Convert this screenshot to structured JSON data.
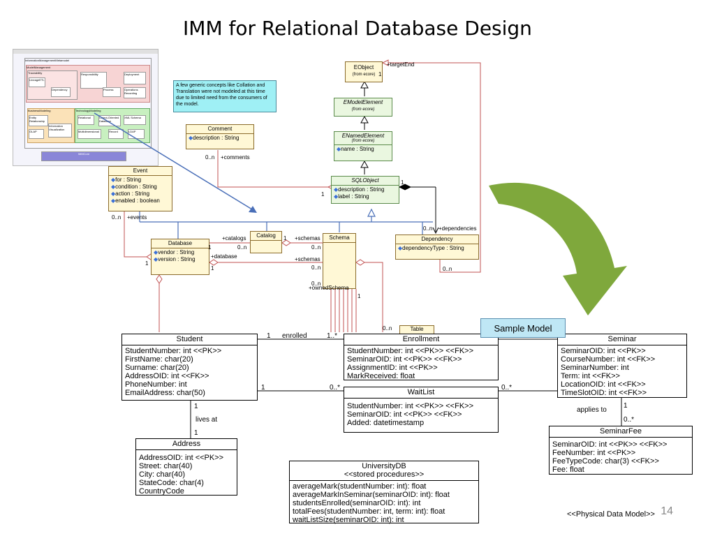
{
  "slide": {
    "title": "IMM for Relational Database Design",
    "page_number": "14",
    "footer_label": "<<Physical Data Model>>",
    "sample_label": "Sample Model"
  },
  "thumbnail": {
    "root": "InformationManagementMetamodel",
    "model_mgmt": "ModelManagement",
    "traceability": "Traceability",
    "lineage": "LineageETL",
    "dependency": "Dependency",
    "responsibility": "Responsibility",
    "process": "Process",
    "deployment": "Deployment",
    "operations": "Operations Recording",
    "business": "BusinessModeling",
    "entity": "Entity Relationship",
    "olap": "OLAP",
    "visualization": "Information Visualization",
    "technology": "TechnologyModeling",
    "relational": "Relational",
    "oo": "Object-Oriented Database",
    "xml": "XML Schema",
    "multidim": "Multidimensional",
    "record": "Record",
    "ldap": "LDAP",
    "imm": "IMMCore"
  },
  "note": "A few generic concepts like Collation and Translation were not modeled at this time due to limited need from the consumers of the model.",
  "meta": {
    "eobject": {
      "name": "EObject",
      "sub": "(from ecore)"
    },
    "emodel": {
      "name": "EModelElement",
      "sub": "(from ecore)"
    },
    "enamed": {
      "name": "ENamedElement",
      "sub": "(from ecore)",
      "attrs": [
        "name : String"
      ]
    },
    "sqlobject": {
      "name": "SQLObject",
      "attrs": [
        "description : String",
        "label : String"
      ]
    },
    "comment": {
      "name": "Comment",
      "attrs": [
        "description : String"
      ]
    },
    "event": {
      "name": "Event",
      "attrs": [
        "for : String",
        "condition : String",
        "action : String",
        "enabled : boolean"
      ]
    },
    "database": {
      "name": "Database",
      "attrs": [
        "vendor : String",
        "version : String"
      ]
    },
    "catalog": {
      "name": "Catalog"
    },
    "schema": {
      "name": "Schema"
    },
    "dependency": {
      "name": "Dependency",
      "attrs": [
        "dependencyType : String"
      ]
    },
    "table": {
      "name": "Table"
    }
  },
  "meta_labels": {
    "target_end": "+targetEnd",
    "comments": "+comments",
    "comments_mult": "0..n",
    "events": "+events",
    "events_mult": "0..n",
    "catalogs": "+catalogs",
    "catalogs_mult": "0..n",
    "schemas1": "+schemas",
    "schemas1_mult": "0..n",
    "schemas2": "+schemas",
    "schemas2_mult": "0..n",
    "database": "+database",
    "dependencies": "+dependencies",
    "dependencies_mult": "0..n",
    "dep_mult2": "0..n",
    "owned_schema": "+ownedSchema",
    "one": "1",
    "zero_n": "0..n",
    "table_mult": "0..n"
  },
  "physical": {
    "student": {
      "name": "Student",
      "attrs": [
        "StudentNumber: int <<PK>>",
        "FirstName: char(20)",
        "Surname: char(20)",
        "AddressOID: int <<FK>>",
        "PhoneNumber: int",
        "EmailAddress: char(50)"
      ]
    },
    "enrollment": {
      "name": "Enrollment",
      "attrs": [
        "StudentNumber: int <<PK>> <<FK>>",
        "SeminarOID: int <<PK>> <<FK>>",
        "AssignmentID: int <<PK>>",
        "MarkReceived: float"
      ]
    },
    "seminar": {
      "name": "Seminar",
      "attrs": [
        "SeminarOID: int <<PK>>",
        "CourseNumber: int <<FK>>",
        "SeminarNumber: int",
        "Term: int <<FK>>",
        "LocationOID: int <<FK>>",
        "TimeSlotOID: int <<FK>>"
      ]
    },
    "waitlist": {
      "name": "WaitList",
      "attrs": [
        "StudentNumber: int <<PK>> <<FK>>",
        "SeminarOID: int <<PK>> <<FK>>",
        "Added: datetimestamp"
      ]
    },
    "address": {
      "name": "Address",
      "attrs": [
        "AddressOID: int <<PK>>",
        "Street: char(40)",
        "City: char(40)",
        "StateCode: char(4)",
        "CountryCode"
      ]
    },
    "seminarfee": {
      "name": "SeminarFee",
      "attrs": [
        "SeminarOID: int <<PK>> <<FK>>",
        "FeeNumber: int <<PK>>",
        "FeeTypeCode: char(3) <<FK>>",
        "Fee: float"
      ]
    },
    "universitydb": {
      "name": "UniversityDB",
      "stereotype": "<<stored procedures>>",
      "ops": [
        "averageMark(studentNumber: int): float",
        "averageMarkInSeminar(seminarOID: int): float",
        "studentsEnrolled(seminarOID: int): int",
        "totalFees(studentNumber: int, term: int): float",
        "waitListSize(seminarOID: int): int"
      ]
    }
  },
  "physical_labels": {
    "enrolled": "enrolled",
    "enrolled_left": "1",
    "enrolled_right": "1..*",
    "wait_left": "1",
    "wait_right": "0..*",
    "wait_right2": "0..*",
    "lives_at": "lives at",
    "lives_top": "1",
    "lives_bottom": "1",
    "applies_to": "applies to",
    "applies_top": "1",
    "applies_bottom": "0..*"
  },
  "colors": {
    "curved_arrow": "#7fa83c",
    "blue_arrow": "#4a6fb8",
    "meta_class_fill": "#fff8d6",
    "meta_abstract_fill": "#eaf7e0",
    "note_fill": "#9ff0f5",
    "sample_fill": "#bfe7f5"
  }
}
